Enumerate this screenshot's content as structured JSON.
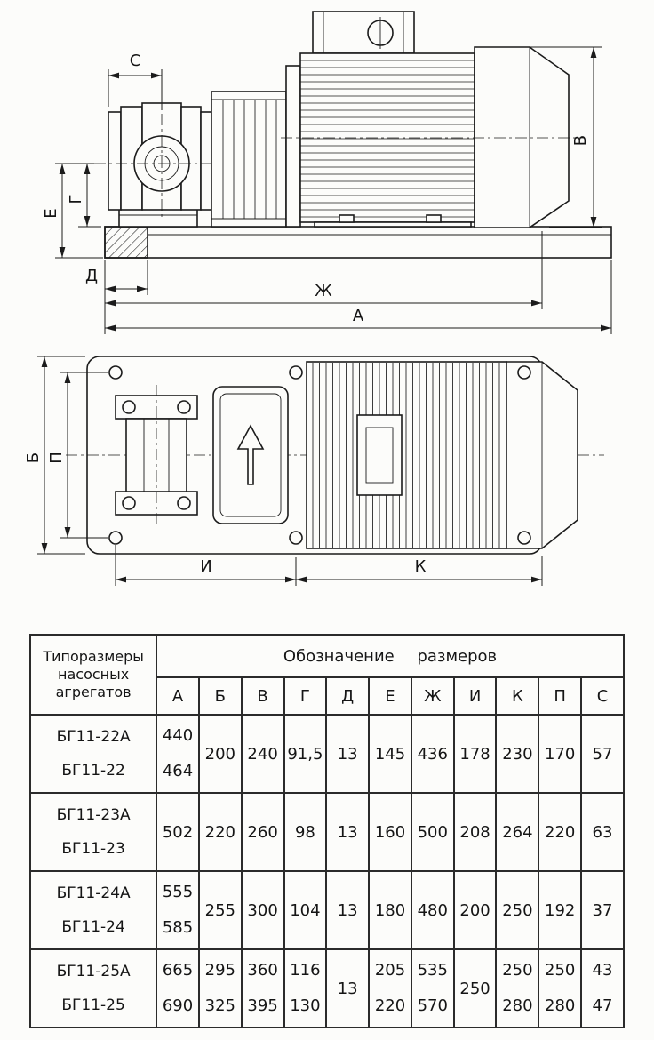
{
  "drawing": {
    "side_view": {
      "labels": {
        "c": "С",
        "v": "В",
        "e": "Е",
        "g": "Г",
        "d": "Д",
        "zh": "Ж",
        "a": "А"
      }
    },
    "top_view": {
      "labels": {
        "b": "Б",
        "p": "П",
        "i": "И",
        "k": "К"
      }
    }
  },
  "table": {
    "corner_header": "Типоразмеры насосных агрегатов",
    "group_header": "Обозначение размеров",
    "columns": [
      "А",
      "Б",
      "В",
      "Г",
      "Д",
      "Е",
      "Ж",
      "И",
      "К",
      "П",
      "С"
    ],
    "groups": [
      {
        "models": [
          "БГ11-22А",
          "БГ11-22"
        ],
        "values": [
          [
            "440",
            "464"
          ],
          [
            "200"
          ],
          [
            "240"
          ],
          [
            "91,5"
          ],
          [
            "13"
          ],
          [
            "145"
          ],
          [
            "436"
          ],
          [
            "178"
          ],
          [
            "230"
          ],
          [
            "170"
          ],
          [
            "57"
          ]
        ]
      },
      {
        "models": [
          "БГ11-23А",
          "БГ11-23"
        ],
        "values": [
          [
            "502"
          ],
          [
            "220"
          ],
          [
            "260"
          ],
          [
            "98"
          ],
          [
            "13"
          ],
          [
            "160"
          ],
          [
            "500"
          ],
          [
            "208"
          ],
          [
            "264"
          ],
          [
            "220"
          ],
          [
            "63"
          ]
        ]
      },
      {
        "models": [
          "БГ11-24А",
          "БГ11-24"
        ],
        "values": [
          [
            "555",
            "585"
          ],
          [
            "255"
          ],
          [
            "300"
          ],
          [
            "104"
          ],
          [
            "13"
          ],
          [
            "180"
          ],
          [
            "480"
          ],
          [
            "200"
          ],
          [
            "250"
          ],
          [
            "192"
          ],
          [
            "37"
          ]
        ]
      },
      {
        "models": [
          "БГ11-25А",
          "БГ11-25"
        ],
        "values": [
          [
            "665",
            "690"
          ],
          [
            "295",
            "325"
          ],
          [
            "360",
            "395"
          ],
          [
            "116",
            "130"
          ],
          [
            "13"
          ],
          [
            "205",
            "220"
          ],
          [
            "535",
            "570"
          ],
          [
            "250"
          ],
          [
            "250",
            "280"
          ],
          [
            "250",
            "280"
          ],
          [
            "43",
            "47"
          ]
        ]
      }
    ]
  }
}
